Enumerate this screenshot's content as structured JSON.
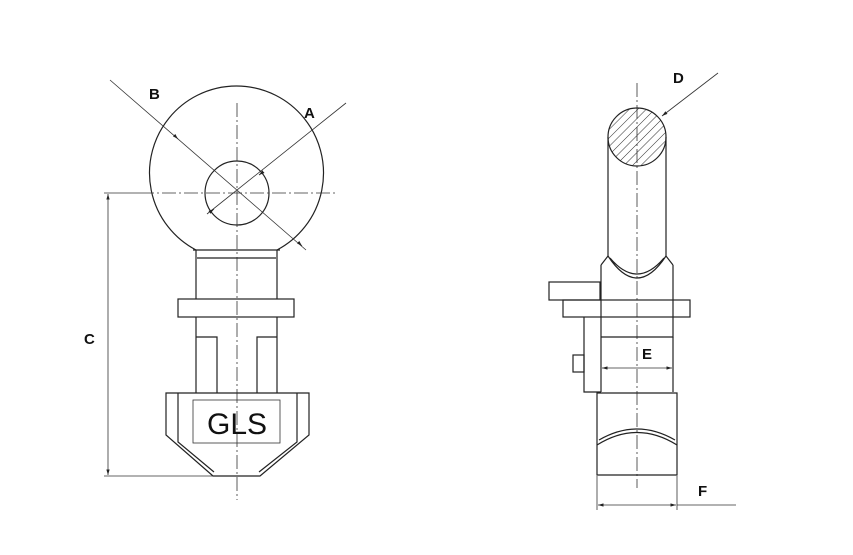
{
  "labels": {
    "a": "A",
    "b": "B",
    "c": "C",
    "d": "D",
    "e": "E",
    "f": "F"
  },
  "marking": "GLS"
}
